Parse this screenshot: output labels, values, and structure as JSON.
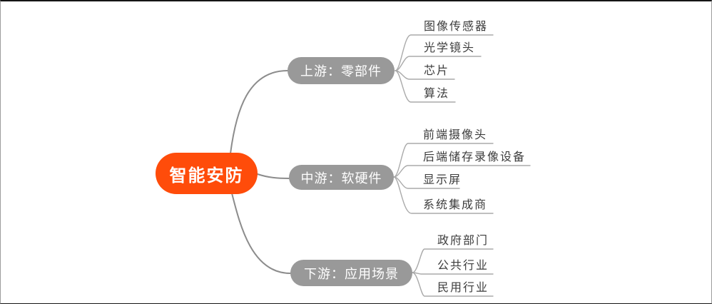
{
  "root": {
    "label": "智能安防"
  },
  "branches": [
    {
      "label": "上游：零部件",
      "children": [
        "图像传感器",
        "光学镜头",
        "芯片",
        "算法"
      ]
    },
    {
      "label": "中游：软硬件",
      "children": [
        "前端摄像头",
        "后端储存录像设备",
        "显示屏",
        "系统集成商"
      ]
    },
    {
      "label": "下游：应用场景",
      "children": [
        "政府部门",
        "公共行业",
        "民用行业"
      ]
    }
  ],
  "colors": {
    "root_fill": "#ff4c0a",
    "branch_fill": "#999999",
    "root_connector": "#8c8c8c",
    "leaf_connector": "#aaaaaa",
    "node_text": "#ffffff",
    "leaf_text": "#3c3c3c",
    "background": "#ffffff"
  }
}
